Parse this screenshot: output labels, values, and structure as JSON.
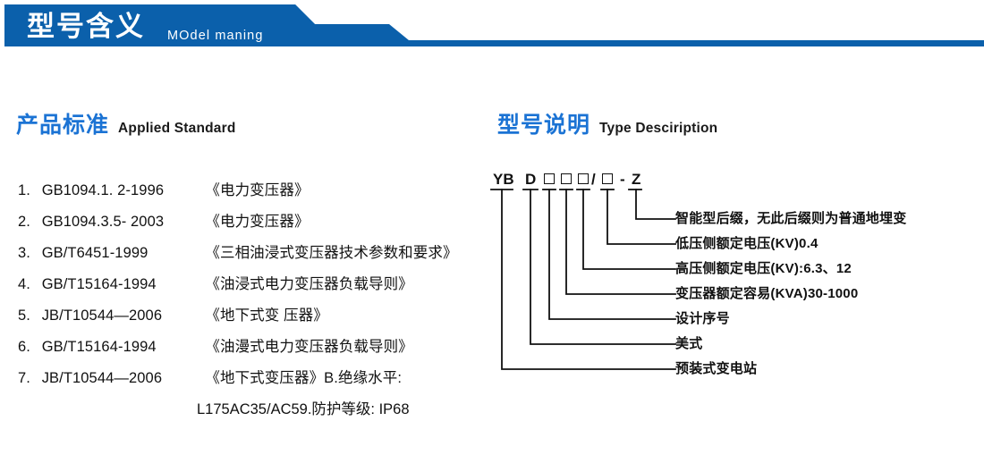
{
  "header": {
    "title_cn": "型号含义",
    "subtitle_en": "MOdel maning",
    "bar_color": "#0b60ab"
  },
  "sections": {
    "standards": {
      "heading_cn": "产品标准",
      "heading_en": "Applied Standard",
      "heading_color": "#1b73d4"
    },
    "typecode": {
      "heading_cn": "型号说明",
      "heading_en": "Type Desciription",
      "heading_color": "#1b73d4"
    }
  },
  "standards_list": [
    {
      "index": "1.",
      "code": "GB1094.1. 2-1996",
      "name": "《电力变压器》"
    },
    {
      "index": "2.",
      "code": "GB1094.3.5- 2003",
      "name": "《电力变压器》"
    },
    {
      "index": "3.",
      "code": "GB/T6451-1999",
      "name": "《三相油浸式变压器技术参数和要求》"
    },
    {
      "index": "4.",
      "code": "GB/T15164-1994",
      "name": "《油浸式电力变压器负载导则》"
    },
    {
      "index": "5.",
      "code": "JB/T10544—2006",
      "name": "《地下式变 压器》"
    },
    {
      "index": "6.",
      "code": "GB/T15164-1994",
      "name": "《油漫式电力变压器负载导则》"
    },
    {
      "index": "7.",
      "code": "JB/T10544—2006",
      "name": "《地下式变压器》B.绝缘水平:"
    }
  ],
  "standards_continuation": "L175AC35/AC59.防护等级: IP68",
  "type_code": {
    "segments": [
      {
        "text": "YB",
        "kind": "text"
      },
      {
        "text": "D",
        "kind": "text"
      },
      {
        "text": "",
        "kind": "box"
      },
      {
        "text": "",
        "kind": "box"
      },
      {
        "text": "",
        "kind": "box"
      },
      {
        "text": "/",
        "kind": "text"
      },
      {
        "text": "",
        "kind": "box"
      },
      {
        "text": "-",
        "kind": "text"
      },
      {
        "text": "Z",
        "kind": "text"
      }
    ],
    "full_string": "YB D □□□/□ - Z",
    "labels": [
      "智能型后缀，无此后缀则为普通地埋变",
      "低压侧额定电压(KV)0.4",
      "高压侧额定电压(KV):6.3、12",
      "变压器额定容易(KVA)30-1000",
      "设计序号",
      "美式",
      "预装式变电站"
    ]
  }
}
